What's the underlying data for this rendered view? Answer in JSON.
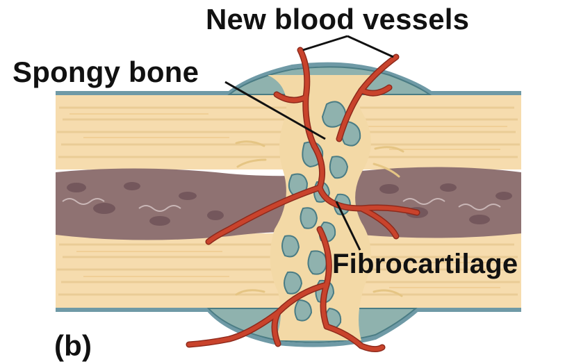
{
  "labels": {
    "new_blood_vessels": "New blood vessels",
    "spongy_bone": "Spongy bone",
    "fibrocartilage": "Fibrocartilage",
    "panel": "(b)"
  },
  "colors": {
    "cortical_bone": "#f6dcae",
    "cortical_streak": "#e6c48c",
    "marrow": "#8f7272",
    "marrow_dark": "#6b4f55",
    "callus_blue": "#8fb2ae",
    "callus_outline": "#4a7c84",
    "periosteum": "#6f9aa6",
    "vessel": "#c9432c",
    "vessel_dark": "#8e2a1c",
    "spongy_yellow": "#f3d9a6",
    "leader_line": "#111111"
  }
}
